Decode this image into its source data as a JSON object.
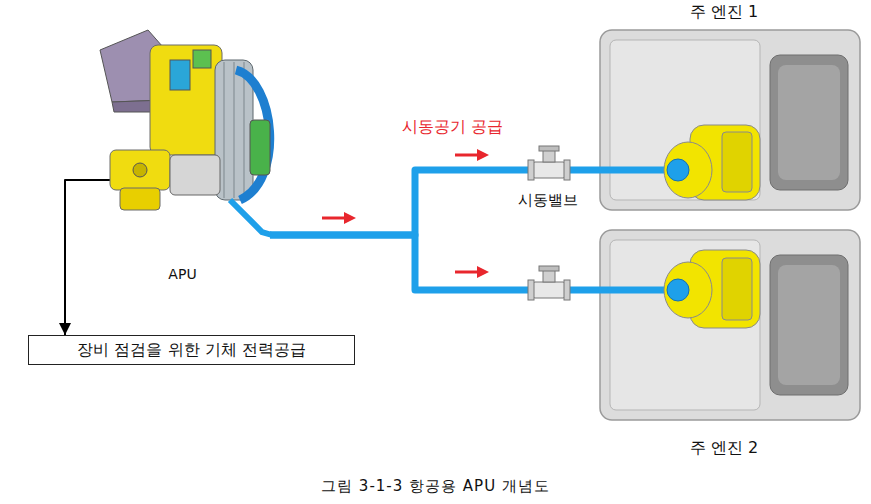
{
  "diagram": {
    "caption": "그림 3-1-3 항공용 APU 개념도",
    "nodes": [
      {
        "text": [
          "APU"
        ]
      },
      {
        "text": [
          "주 엔진 1"
        ]
      },
      {
        "text": [
          "주 엔진 2"
        ]
      },
      {
        "text": [
          "장비 점검을 위한 기체 전력공급"
        ]
      }
    ],
    "edges": [
      {
        "from": 0,
        "to": 3,
        "arrow": "to"
      },
      {
        "from": 0,
        "to": 1,
        "arrow": "none"
      },
      {
        "from": 0,
        "to": 2,
        "arrow": "none"
      }
    ],
    "labels": [
      "시동공기 공급",
      "시동밸브"
    ]
  }
}
